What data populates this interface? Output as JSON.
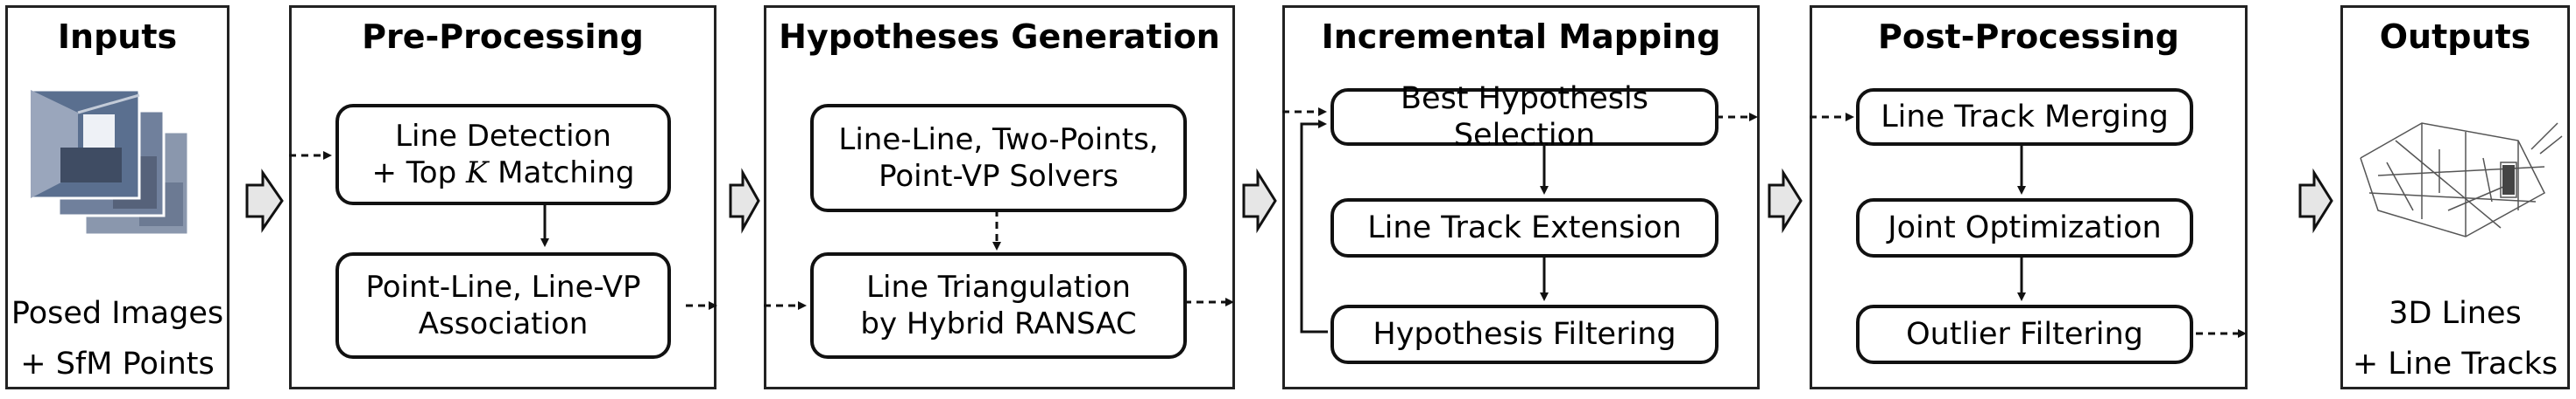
{
  "stages": {
    "inputs": {
      "title": "Inputs",
      "labels": [
        "Posed Images",
        "+ SfM Points"
      ]
    },
    "preprocessing": {
      "title": "Pre-Processing",
      "box1_line1": "Line Detection",
      "box1_line2_prefix": "+ Top ",
      "box1_line2_var": "K",
      "box1_line2_suffix": " Matching",
      "box2_line1": "Point-Line, Line-VP",
      "box2_line2": "Association"
    },
    "hypotheses": {
      "title": "Hypotheses Generation",
      "box1_line1": "Line-Line, Two-Points,",
      "box1_line2": "Point-VP Solvers",
      "box2_line1": "Line Triangulation",
      "box2_line2": "by Hybrid RANSAC"
    },
    "mapping": {
      "title": "Incremental Mapping",
      "box1": "Best Hypothesis Selection",
      "box2": "Line Track Extension",
      "box3": "Hypothesis Filtering"
    },
    "postprocessing": {
      "title": "Post-Processing",
      "box1": "Line Track Merging",
      "box2": "Joint Optimization",
      "box3": "Outlier Filtering"
    },
    "outputs": {
      "title": "Outputs",
      "labels": [
        "3D Lines",
        "+ Line Tracks"
      ]
    }
  },
  "colors": {
    "border": "#222222",
    "image_stack": "#5a6f8f",
    "stage_arrow_fill": "#e6e6e6"
  }
}
